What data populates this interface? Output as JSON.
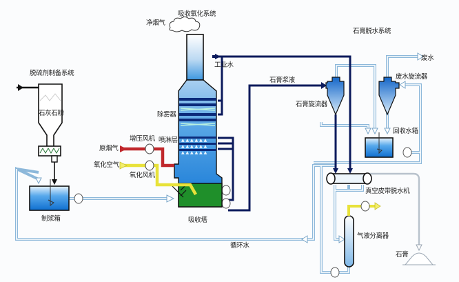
{
  "title": "石灰石-石膏湿法烟气脱硫工艺流程",
  "systems": {
    "desulfurizer_prep": "脱硫剂制备系统",
    "absorption_oxidation": "吸收氧化系统",
    "gypsum_dewatering": "石膏脱水系统"
  },
  "labels": {
    "clean_flue_gas": "净烟气",
    "industrial_water": "工业水",
    "gypsum_slurry": "石膏浆液",
    "gypsum_cyclone": "石膏旋流器",
    "waste_water": "废水",
    "waste_water_cyclone": "废水旋流器",
    "recovery_tank": "回收水箱",
    "limestone_powder": "石灰石粉",
    "mist_eliminator": "除雾器",
    "booster_fan": "增压风机",
    "spray_layer": "喷淋层",
    "raw_flue_gas": "原烟气",
    "oxidation_air": "氧化空气",
    "oxidation_fan": "氧化风机",
    "slurry_tank": "制浆箱",
    "absorber": "吸收塔",
    "vacuum_belt_filter": "真空皮带脱水机",
    "gas_liquid_separator": "气液分离器",
    "circulating_water": "循环水",
    "gypsum": "石膏"
  },
  "colors": {
    "dark_pipe": "#0b1a5c",
    "light_pipe": "#9cc3e0",
    "flue_gas": "#c0282c",
    "air": "#e8e23a",
    "slurry_green": "#1f8f2a",
    "water_blue": "#1a7ad4"
  }
}
